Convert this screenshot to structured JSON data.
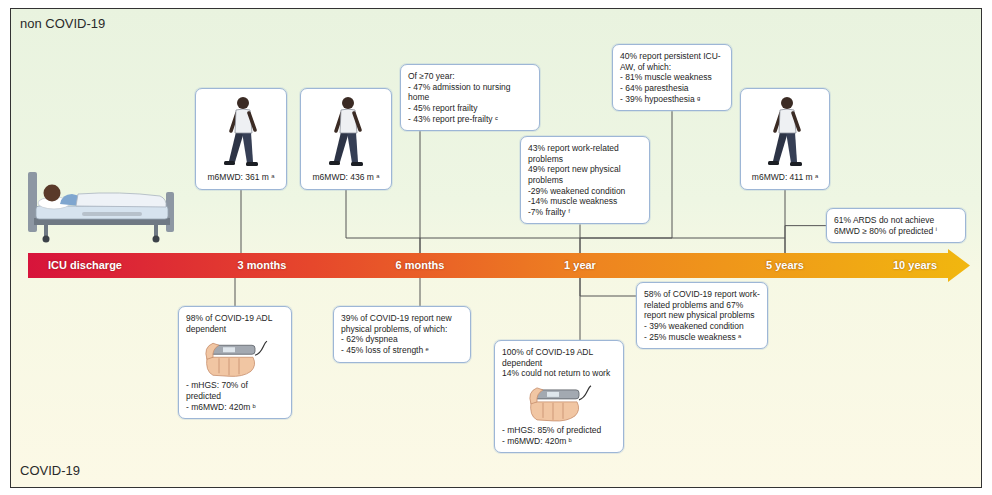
{
  "diagram": {
    "nodes": [
      {
        "text": [
          "m6MWD: 361 m ᵃ"
        ]
      },
      {
        "text": [
          "m6MWD: 436 m ᵃ"
        ]
      },
      {
        "text": [
          "Of ≥70 year:",
          "- 47% admission to nursing home",
          "- 45% report frailty",
          "- 43% report pre-frailty ᶜ"
        ]
      },
      {
        "text": [
          "40% report persistent ICU-AW, of which:",
          "- 81% muscle weakness",
          "- 64% paresthesia",
          "- 39% hypoesthesia ᵍ"
        ]
      },
      {
        "text": [
          "43% report work-related problems",
          "49% report new physical problems",
          "-29% weakened condition",
          "-14% muscle weakness",
          "-7% frailty ᶠ"
        ]
      },
      {
        "text": [
          "m6MWD: 411 m ᵃ"
        ]
      },
      {
        "text": [
          "61% ARDS do not achieve 6MWD ≥ 80% of predicted ⁱ"
        ]
      },
      {
        "text": [
          "ICU discharge",
          "3 months",
          "6 months",
          "1 year",
          "5 years",
          "10 years"
        ]
      },
      {
        "text": [
          "98% of COVID-19 ADL dependent",
          "- mHGS: 70% of predicted",
          "- m6MWD: 420m ᵇ"
        ]
      },
      {
        "text": [
          "39% of COVID-19 report new physical problems, of which:",
          "- 62% dyspnea",
          "- 45% loss of strength ᵉ"
        ]
      },
      {
        "text": [
          "100% of COVID-19 ADL dependent",
          "14% could not return to work",
          "- mHGS: 85% of predicted",
          "- m6MWD: 420m ᵇ"
        ]
      },
      {
        "text": [
          "58% of COVID-19 report work-related problems and 67% report new physical problems",
          "- 39% weakened condition",
          "- 25% muscle weakness ᵃ"
        ]
      }
    ],
    "edges": [
      {
        "from": 0,
        "to": 7,
        "arrow": "none"
      },
      {
        "from": 1,
        "to": 7,
        "arrow": "none"
      },
      {
        "from": 2,
        "to": 7,
        "arrow": "none"
      },
      {
        "from": 3,
        "to": 7,
        "arrow": "none"
      },
      {
        "from": 4,
        "to": 7,
        "arrow": "none"
      },
      {
        "from": 5,
        "to": 7,
        "arrow": "none"
      },
      {
        "from": 6,
        "to": 7,
        "arrow": "none"
      },
      {
        "from": 8,
        "to": 7,
        "arrow": "none"
      },
      {
        "from": 9,
        "to": 7,
        "arrow": "none"
      },
      {
        "from": 10,
        "to": 7,
        "arrow": "none"
      },
      {
        "from": 11,
        "to": 7,
        "arrow": "none"
      }
    ],
    "labels": [
      "non COVID-19",
      "COVID-19"
    ]
  }
}
